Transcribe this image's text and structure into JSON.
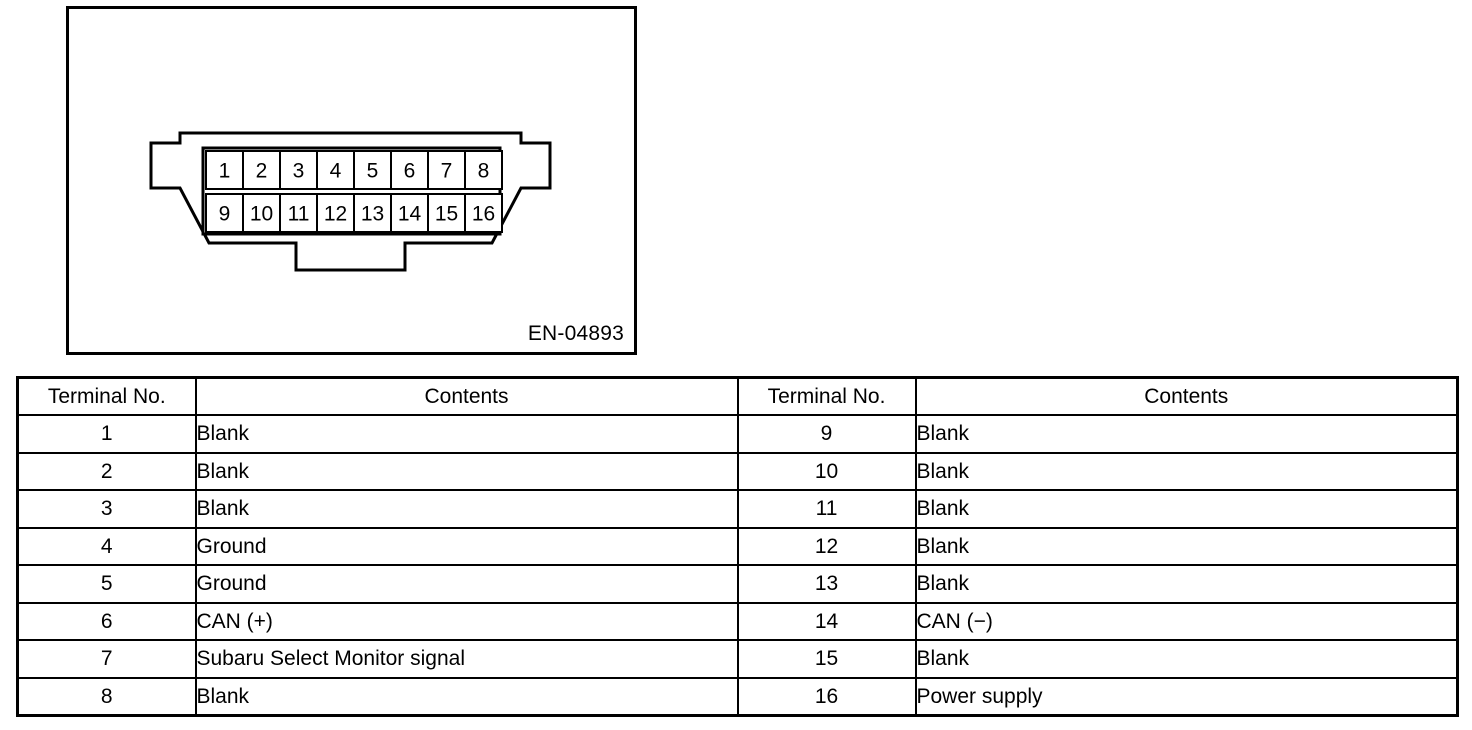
{
  "figure": {
    "code_label": "EN-04893",
    "connector": {
      "name": "data-link-connector",
      "top_row_pins": [
        "1",
        "2",
        "3",
        "4",
        "5",
        "6",
        "7",
        "8"
      ],
      "bottom_row_pins": [
        "9",
        "10",
        "11",
        "12",
        "13",
        "14",
        "15",
        "16"
      ]
    }
  },
  "table": {
    "headers": {
      "terminal_no": "Terminal No.",
      "contents": "Contents"
    },
    "left_rows": [
      {
        "terminal": "1",
        "contents": "Blank"
      },
      {
        "terminal": "2",
        "contents": "Blank"
      },
      {
        "terminal": "3",
        "contents": "Blank"
      },
      {
        "terminal": "4",
        "contents": "Ground"
      },
      {
        "terminal": "5",
        "contents": "Ground"
      },
      {
        "terminal": "6",
        "contents": "CAN (+)"
      },
      {
        "terminal": "7",
        "contents": "Subaru Select Monitor signal"
      },
      {
        "terminal": "8",
        "contents": "Blank"
      }
    ],
    "right_rows": [
      {
        "terminal": "9",
        "contents": "Blank"
      },
      {
        "terminal": "10",
        "contents": "Blank"
      },
      {
        "terminal": "11",
        "contents": "Blank"
      },
      {
        "terminal": "12",
        "contents": "Blank"
      },
      {
        "terminal": "13",
        "contents": "Blank"
      },
      {
        "terminal": "14",
        "contents": "CAN (−)"
      },
      {
        "terminal": "15",
        "contents": "Blank"
      },
      {
        "terminal": "16",
        "contents": "Power supply"
      }
    ]
  },
  "colors": {
    "ink": "#000000",
    "paper": "#ffffff"
  }
}
